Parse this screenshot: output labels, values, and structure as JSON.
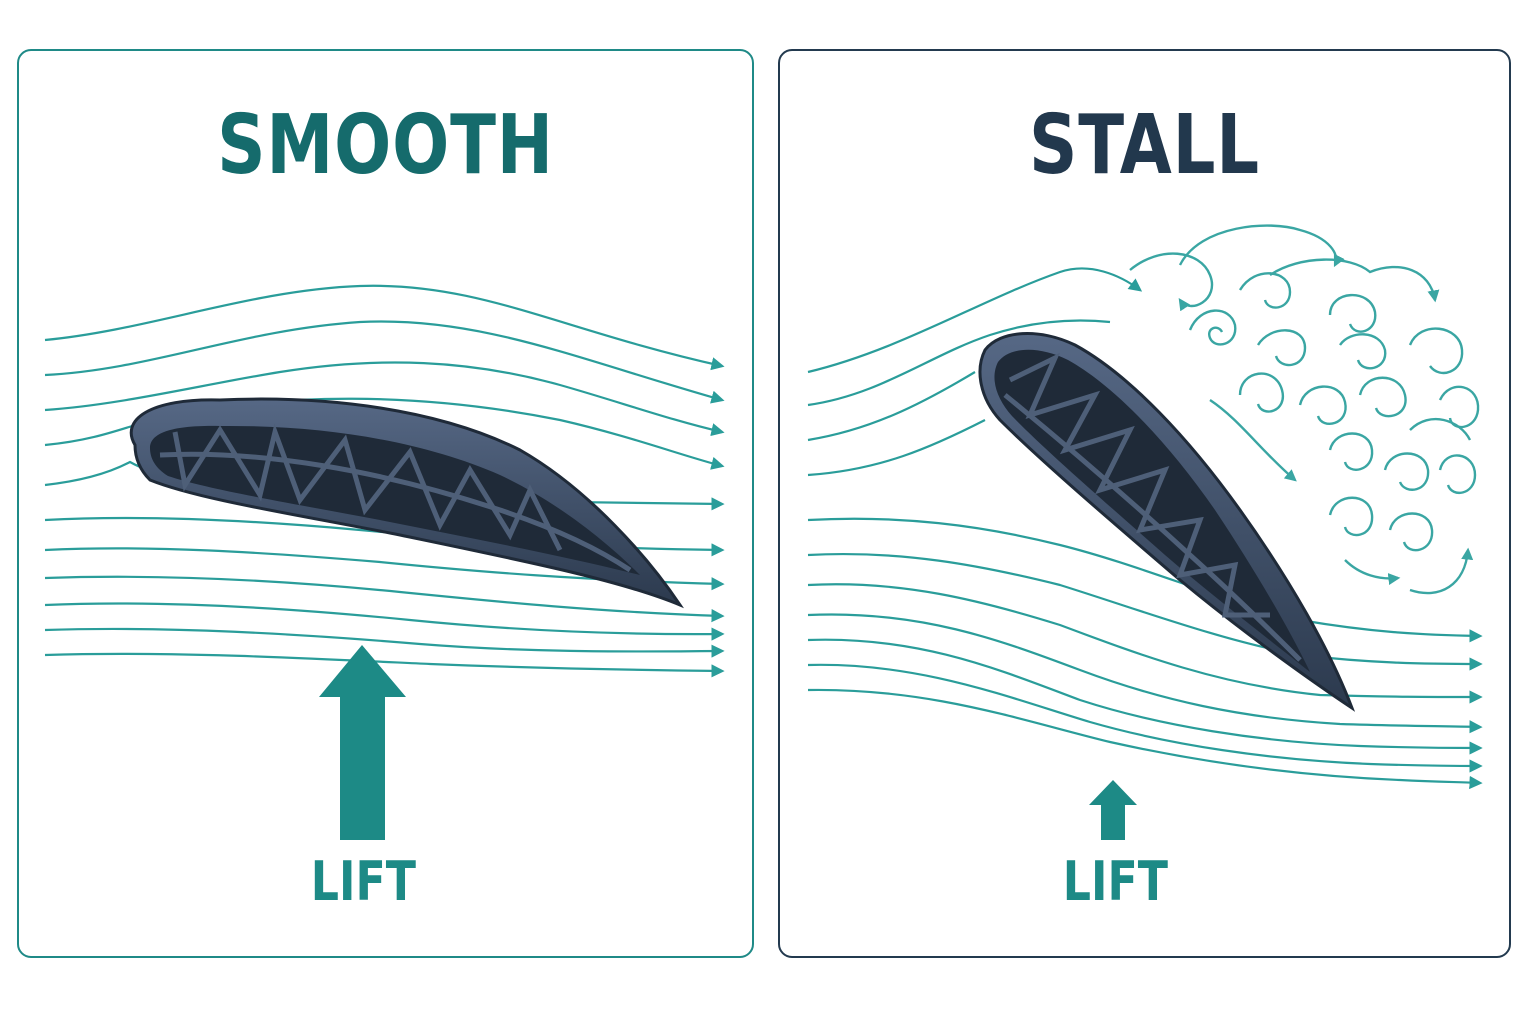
{
  "panels": {
    "smooth": {
      "title": "SMOOTH",
      "lift_label": "LIFT",
      "border_color": "#1f8a87",
      "title_color": "#156b6c"
    },
    "stall": {
      "title": "STALL",
      "lift_label": "LIFT",
      "border_color": "#233a4f",
      "title_color": "#22384d"
    }
  },
  "colors": {
    "flow": "#2a9d9a",
    "turbulence": "#3aa6a3",
    "airfoil": "#3a4a60",
    "airfoil_dark": "#1f2a38",
    "lift_arrow": "#1d8a86"
  },
  "icons": {
    "airfoil": "airfoil-cross-section-icon",
    "lift": "up-arrow-icon",
    "vortex": "swirl-icon"
  }
}
